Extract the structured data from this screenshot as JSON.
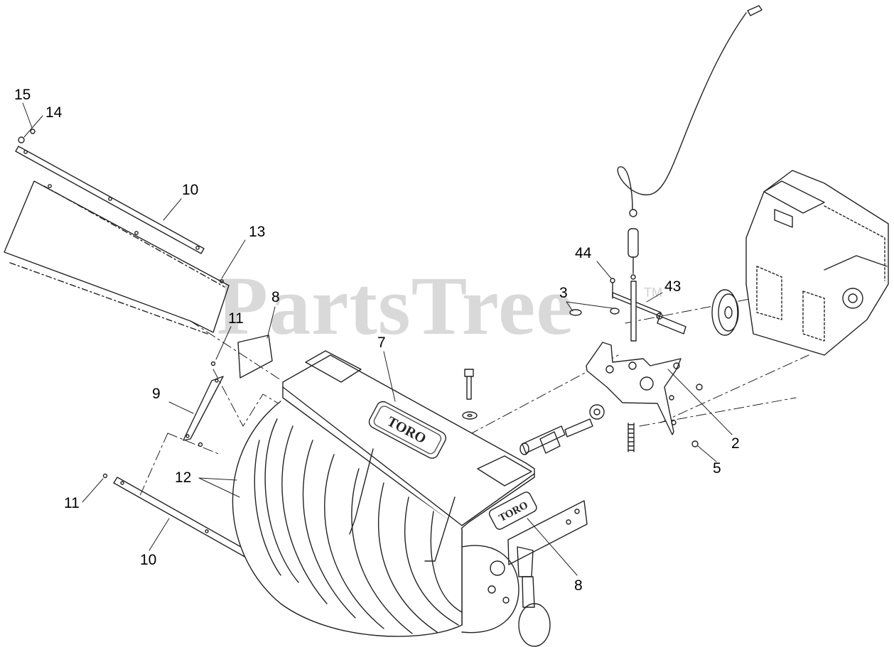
{
  "watermark": {
    "text": "PartsTree",
    "tm": "TM"
  },
  "logo_text": "TORO",
  "callouts": [
    {
      "id": "c15",
      "label": "15"
    },
    {
      "id": "c14",
      "label": "14"
    },
    {
      "id": "c10a",
      "label": "10"
    },
    {
      "id": "c13",
      "label": "13"
    },
    {
      "id": "c8a",
      "label": "8"
    },
    {
      "id": "c11a",
      "label": "11"
    },
    {
      "id": "c9",
      "label": "9"
    },
    {
      "id": "c7",
      "label": "7"
    },
    {
      "id": "c12",
      "label": "12"
    },
    {
      "id": "c11b",
      "label": "11"
    },
    {
      "id": "c10b",
      "label": "10"
    },
    {
      "id": "c44",
      "label": "44"
    },
    {
      "id": "c3",
      "label": "3"
    },
    {
      "id": "c43",
      "label": "43"
    },
    {
      "id": "c2",
      "label": "2"
    },
    {
      "id": "c5",
      "label": "5"
    },
    {
      "id": "c8b",
      "label": "8"
    }
  ]
}
